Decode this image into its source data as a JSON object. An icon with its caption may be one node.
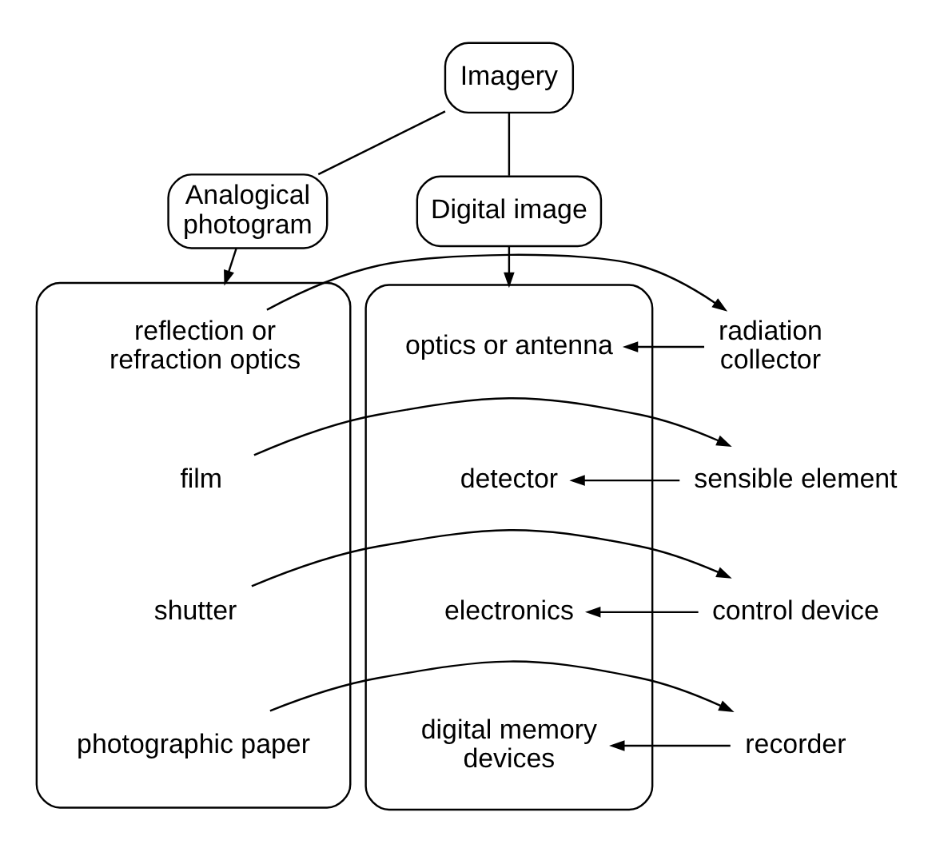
{
  "diagram": {
    "nodes": [
      {
        "text": [
          "Imagery"
        ]
      },
      {
        "text": [
          "Analogical photogram"
        ]
      },
      {
        "text": [
          "Digital image"
        ]
      },
      {
        "text": [],
        "shape": "box"
      },
      {
        "text": [],
        "shape": "box"
      },
      {
        "text": [
          "reflection or refraction optics"
        ],
        "in": 3
      },
      {
        "text": [
          "film"
        ],
        "in": 3
      },
      {
        "text": [
          "shutter"
        ],
        "in": 3
      },
      {
        "text": [
          "photographic paper"
        ],
        "in": 3
      },
      {
        "text": [
          "radiation collector"
        ]
      },
      {
        "text": [
          "sensible element"
        ]
      },
      {
        "text": [
          "control device"
        ]
      },
      {
        "text": [
          "recorder"
        ]
      },
      {
        "text": [
          "optics or antenna"
        ],
        "in": 4
      },
      {
        "text": [
          "detector"
        ],
        "in": 4
      },
      {
        "text": [
          "electronics"
        ],
        "in": 4
      },
      {
        "text": [
          "digital memory devices"
        ],
        "in": 4
      }
    ],
    "edges": [
      {
        "from": 0,
        "to": 1,
        "arrow": "none"
      },
      {
        "from": 0,
        "to": 2,
        "arrow": "none"
      },
      {
        "from": 1,
        "to": 3,
        "arrow": "to"
      },
      {
        "from": 2,
        "to": 4,
        "arrow": "to"
      },
      {
        "from": 5,
        "to": 9,
        "arrow": "to"
      },
      {
        "from": 9,
        "to": 13,
        "arrow": "to"
      },
      {
        "from": 6,
        "to": 10,
        "arrow": "to"
      },
      {
        "from": 10,
        "to": 14,
        "arrow": "to"
      },
      {
        "from": 7,
        "to": 11,
        "arrow": "to"
      },
      {
        "from": 11,
        "to": 15,
        "arrow": "to"
      },
      {
        "from": 8,
        "to": 12,
        "arrow": "to"
      },
      {
        "from": 12,
        "to": 16,
        "arrow": "to"
      }
    ]
  }
}
